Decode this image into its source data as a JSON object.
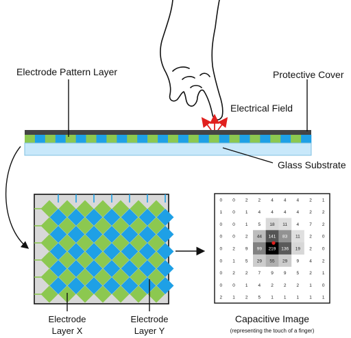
{
  "labels": {
    "electrode_pattern_layer": "Electrode Pattern Layer",
    "protective_cover": "Protective Cover",
    "electrical_field": "Electrical Field",
    "glass_substrate": "Glass Substrate",
    "electrode_layer_x_line1": "Electrode",
    "electrode_layer_x_line2": "Layer X",
    "electrode_layer_y_line1": "Electrode",
    "electrode_layer_y_line2": "Layer Y",
    "capacitive_image": "Capacitive Image",
    "capacitive_image_caption": "(representing the touch of a finger)"
  },
  "colors": {
    "electrode_green": "#8cc850",
    "electrode_blue": "#1ea0e6",
    "cover_dark": "#444444",
    "glass": "#c8e8fa",
    "grid_bg": "#d8d8d8",
    "arrow_red": "#e0201e",
    "touch_dot": "#e0201e"
  },
  "icons": [
    "hand-icon"
  ],
  "capacitive_grid": [
    [
      0,
      0,
      2,
      2,
      4,
      4,
      4,
      2,
      1
    ],
    [
      1,
      0,
      1,
      4,
      4,
      4,
      4,
      2,
      2
    ],
    [
      0,
      0,
      1,
      5,
      18,
      11,
      4,
      7,
      2
    ],
    [
      0,
      0,
      2,
      44,
      141,
      83,
      11,
      2,
      0
    ],
    [
      0,
      2,
      9,
      99,
      219,
      136,
      19,
      2,
      0
    ],
    [
      0,
      1,
      5,
      29,
      55,
      29,
      9,
      4,
      2
    ],
    [
      0,
      2,
      2,
      7,
      9,
      9,
      5,
      2,
      1
    ],
    [
      0,
      0,
      1,
      4,
      2,
      2,
      2,
      1,
      0
    ],
    [
      2,
      1,
      2,
      5,
      1,
      1,
      1,
      1,
      1
    ]
  ]
}
